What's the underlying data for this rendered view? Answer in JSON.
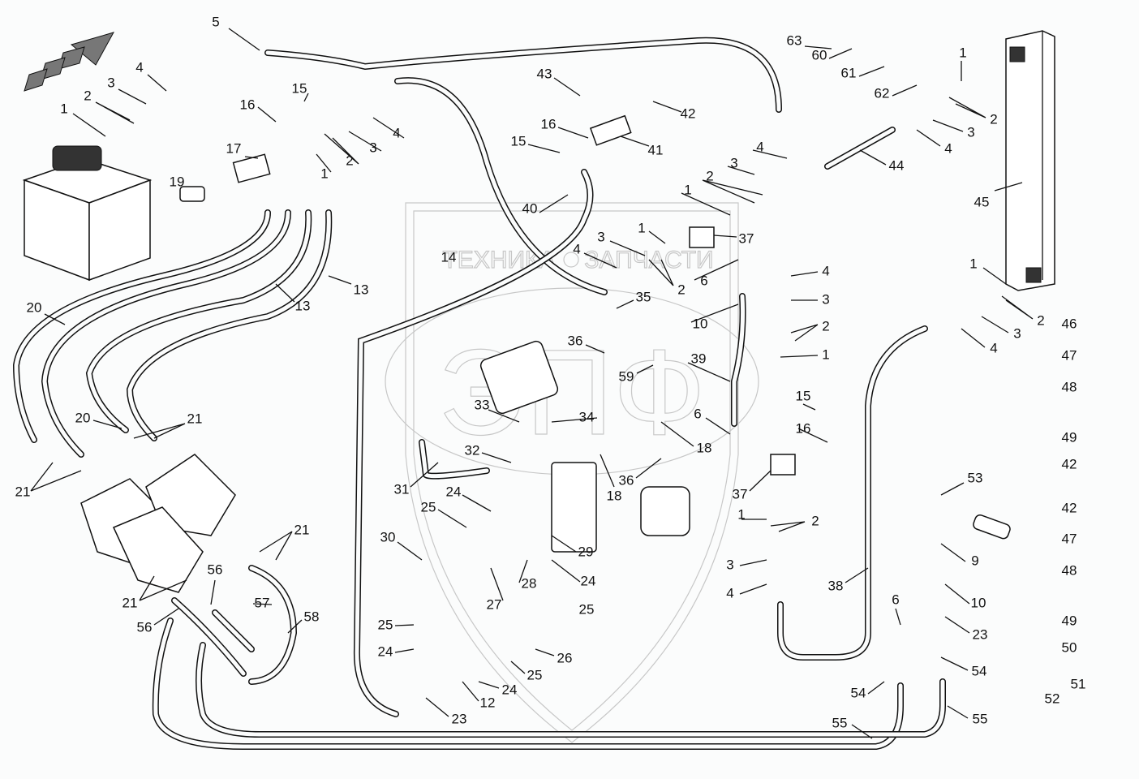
{
  "watermark": {
    "text_left": "ТЕХНИКА",
    "text_right": "ЗАПЧАСТИ",
    "logo": "ЭПФ",
    "gear": "gear-icon"
  },
  "callouts": [
    "5",
    "4",
    "3",
    "2",
    "1",
    "15",
    "16",
    "17",
    "19",
    "1",
    "2",
    "3",
    "4",
    "43",
    "42",
    "16",
    "15",
    "41",
    "63",
    "60",
    "61",
    "62",
    "1",
    "2",
    "3",
    "4",
    "44",
    "45",
    "4",
    "3",
    "2",
    "1",
    "40",
    "37",
    "1",
    "3",
    "4",
    "2",
    "14",
    "6",
    "35",
    "10",
    "13",
    "13",
    "20",
    "4",
    "3",
    "2",
    "1",
    "1",
    "2",
    "3",
    "4",
    "46",
    "47",
    "48",
    "49",
    "42",
    "42",
    "47",
    "48",
    "49",
    "50",
    "51",
    "52",
    "36",
    "39",
    "59",
    "15",
    "16",
    "6",
    "20",
    "21",
    "33",
    "34",
    "18",
    "32",
    "31",
    "24",
    "36",
    "18",
    "37",
    "1",
    "2",
    "53",
    "25",
    "21",
    "30",
    "29",
    "24",
    "21",
    "28",
    "27",
    "25",
    "9",
    "10",
    "3",
    "4",
    "38",
    "56",
    "57",
    "58",
    "21",
    "56",
    "25",
    "24",
    "26",
    "25",
    "24",
    "12",
    "23",
    "6",
    "23",
    "54",
    "54",
    "55",
    "55"
  ]
}
